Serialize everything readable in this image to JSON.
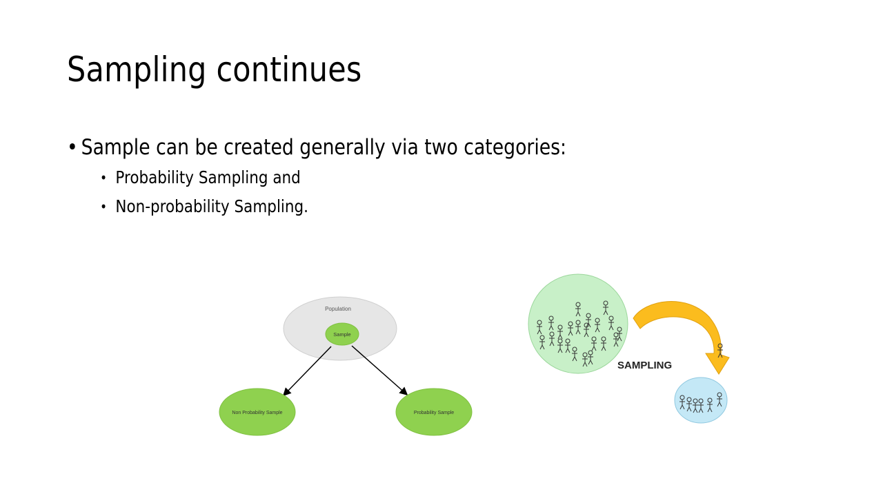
{
  "slide": {
    "title": "Sampling continues",
    "bullets": [
      {
        "text": "Sample can be created generally via two categories:",
        "sub": [
          "Probability Sampling and",
          "Non-probability Sampling."
        ]
      }
    ]
  },
  "diagram_left": {
    "population_label": "Population",
    "sample_label": "Sample",
    "left_node_label": "Non Probability Sample",
    "right_node_label": "Probability Sample",
    "colors": {
      "population_fill": "#e6e6e6",
      "node_fill": "#8fd14f",
      "arrow": "#000000"
    }
  },
  "diagram_right": {
    "label": "SAMPLING",
    "colors": {
      "population_fill": "#c8f0c8",
      "sample_fill": "#c4e8f6",
      "arrow_fill": "#fbbc1e"
    }
  }
}
